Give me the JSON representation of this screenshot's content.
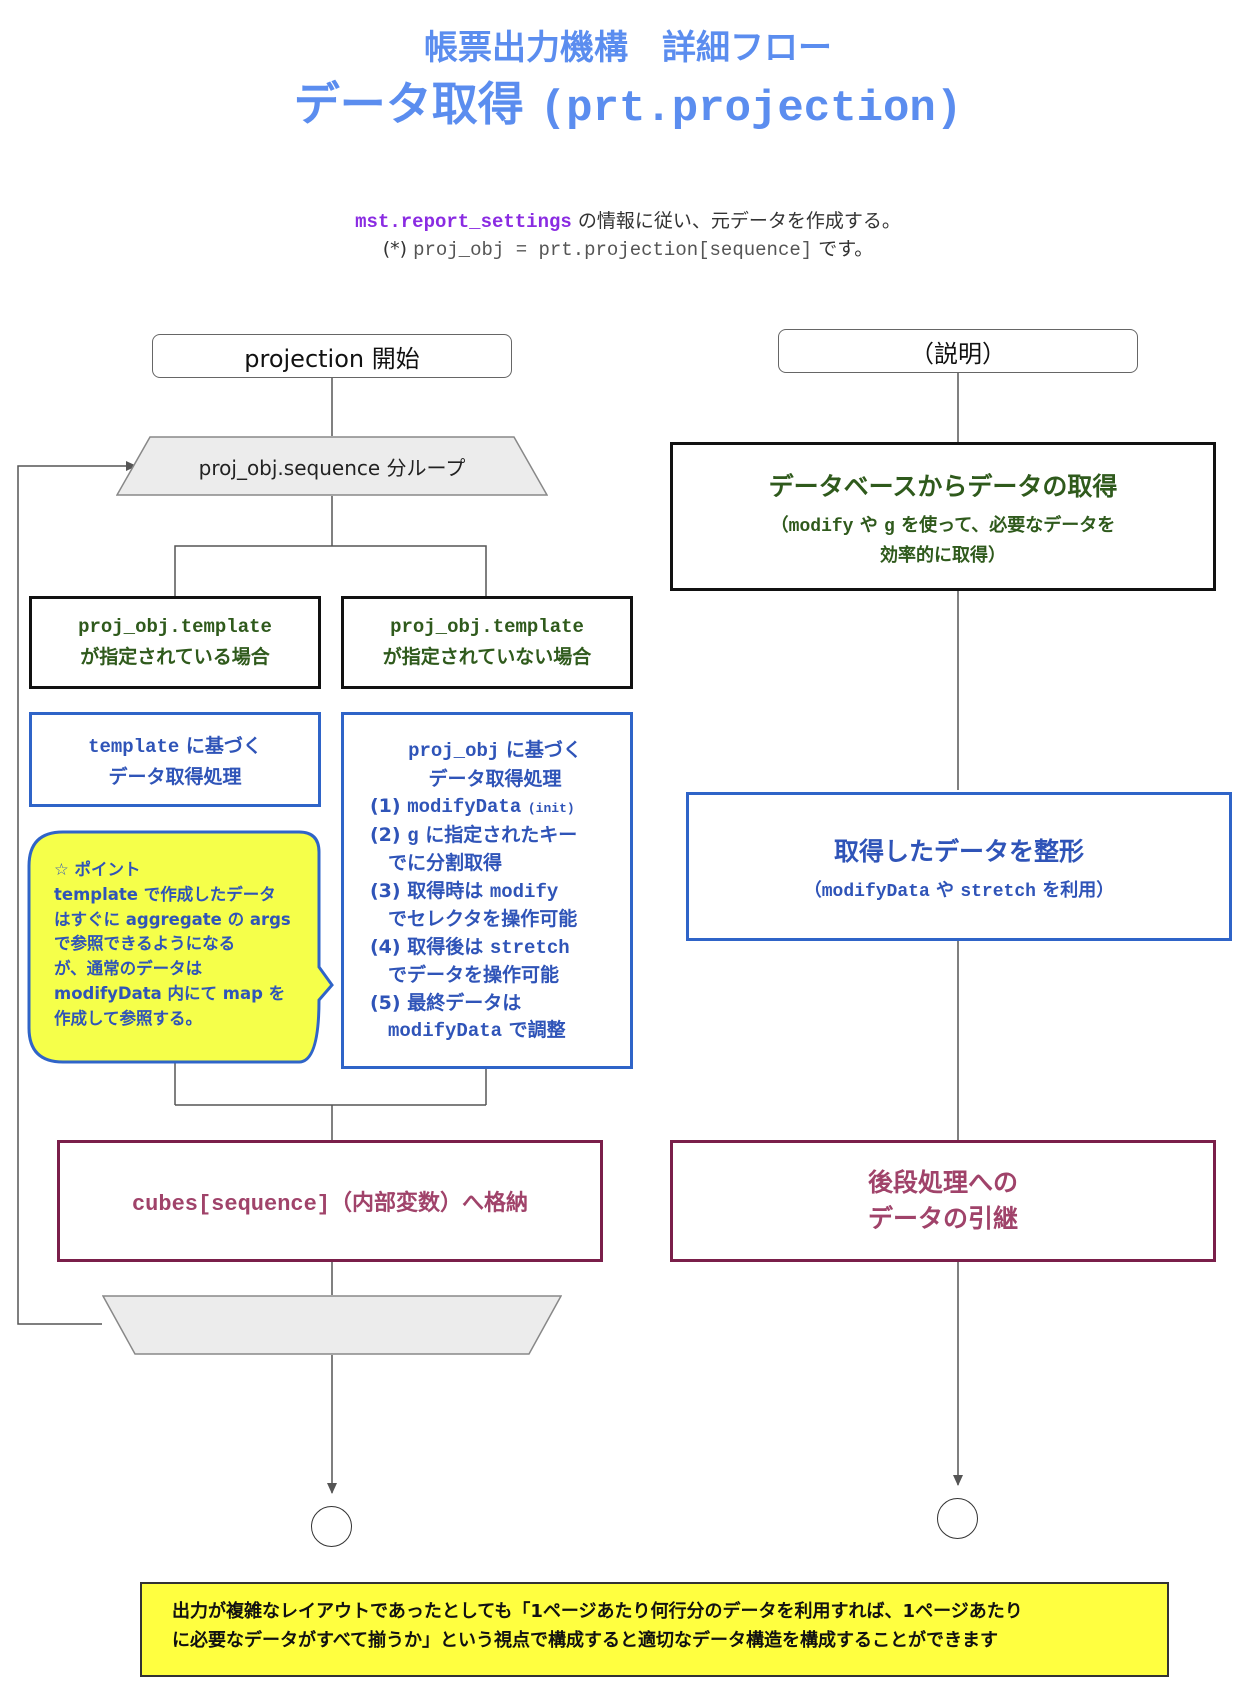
{
  "title": {
    "line1": "帳票出力機構　詳細フロー",
    "line2_jp": "データ取得 ",
    "line2_code": "(prt.projection)"
  },
  "intro": {
    "line1_code": "mst.report_settings",
    "line1_text": " の情報に従い、元データを作成する。",
    "line2_prefix": "(*) ",
    "line2_code": "proj_obj = prt.projection[sequence]",
    "line2_text": " です。"
  },
  "flow": {
    "start_label": "projection 開始",
    "loop_label": "proj_obj.sequence 分ループ",
    "branch_left": {
      "code": "proj_obj.template",
      "text": "が指定されている場合"
    },
    "branch_right": {
      "code": "proj_obj.template",
      "text": "が指定されていない場合"
    },
    "template_proc": {
      "code": "template",
      "line1_text": " に基づく",
      "line2": "データ取得処理"
    },
    "projobj_proc": {
      "head_code": "proj_obj",
      "head_text": " に基づく",
      "head_line2": "データ取得処理",
      "steps": [
        {
          "num": "(1)",
          "code": "modifyData",
          "small": "(init)"
        },
        {
          "num": "(2)",
          "code": "g",
          "text": " に指定されたキー",
          "cont": "でに分割取得"
        },
        {
          "num": "(3)",
          "text": "取得時は ",
          "code": "modify",
          "cont": "でセレクタを操作可能"
        },
        {
          "num": "(4)",
          "text": "取得後は ",
          "code": "stretch",
          "cont": "でデータを操作可能"
        },
        {
          "num": "(5)",
          "text": "最終データは",
          "cont_code": "modifyData",
          "cont": " で調整"
        }
      ]
    },
    "point_callout": {
      "title": "☆ ポイント",
      "lines": [
        "template で作成したデータ",
        "はすぐに aggregate の args",
        "で参照できるようになる",
        "が、通常のデータは",
        "modifyData 内にて map を",
        "作成して参照する。"
      ]
    },
    "store": {
      "code": "cubes[sequence]",
      "text": "（内部変数）へ格納"
    }
  },
  "explain": {
    "header": "（説明）",
    "box1": {
      "title": "データベースからデータの取得",
      "sub1_pre": "（",
      "sub1_code1": "modify",
      "sub1_mid": " や ",
      "sub1_code2": "g",
      "sub1_post": " を使って、必要なデータを",
      "sub2": "効率的に取得）"
    },
    "box2": {
      "title": "取得したデータを整形",
      "sub_pre": "（",
      "sub_code1": "modifyData",
      "sub_mid": " や ",
      "sub_code2": "stretch",
      "sub_post": " を利用）"
    },
    "box3": {
      "line1": "後段処理への",
      "line2": "データの引継"
    }
  },
  "bottom_note": {
    "line1": "出力が複雑なレイアウトであったとしても「1ページあたり何行分のデータを利用すれば、1ページあたり",
    "line2": "に必要なデータがすべて揃うか」という視点で構成すると適切なデータ構造を構成することができます"
  },
  "colors": {
    "title": "#5b8def",
    "blue_box": "#2f64c8",
    "red_box": "#7a1f4a",
    "green_text": "#2f5a1c",
    "callout": "#f5ff4a",
    "note": "#ffff40"
  }
}
